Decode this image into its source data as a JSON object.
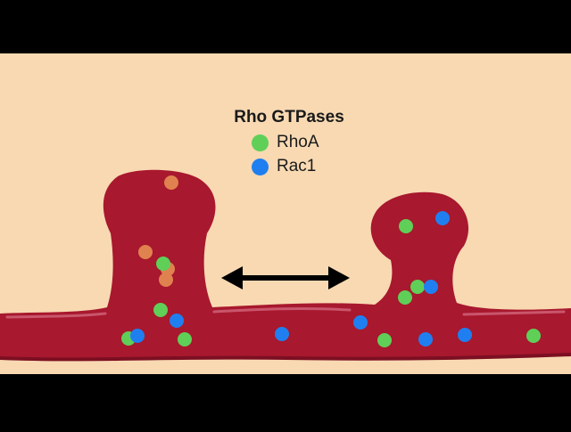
{
  "legend": {
    "title": "Rho GTPases",
    "items": [
      {
        "label": "RhoA",
        "color": "#5fcf58"
      },
      {
        "label": "Rac1",
        "color": "#1f7ff0"
      }
    ]
  },
  "colors": {
    "letterbox": "#000000",
    "background": "#f8d9b2",
    "dendrite": "#a8182e",
    "dendrite_edge": "#7c0f22",
    "highlight": "#c9566c",
    "arrow": "#000000",
    "other_particle": "#e0824f"
  }
}
